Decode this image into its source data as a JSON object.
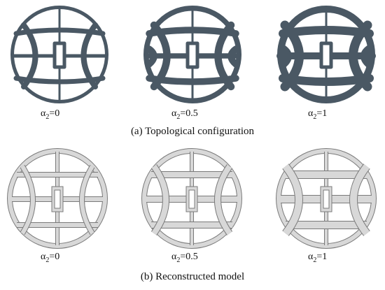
{
  "rows": [
    {
      "caption": "(a) Topological configuration",
      "style": "topology",
      "color": "#4a5864",
      "panels": [
        {
          "symbol": "α",
          "sub": "2",
          "value": "=0"
        },
        {
          "symbol": "α",
          "sub": "2",
          "value": "=0.5"
        },
        {
          "symbol": "α",
          "sub": "2",
          "value": "=1"
        }
      ]
    },
    {
      "caption": "(b) Reconstructed model",
      "style": "reconstructed",
      "fill": "#d8d8d8",
      "stroke": "#7a7a7a",
      "panels": [
        {
          "symbol": "α",
          "sub": "2",
          "value": "=0"
        },
        {
          "symbol": "α",
          "sub": "2",
          "value": "=0.5"
        },
        {
          "symbol": "α",
          "sub": "2",
          "value": "=1"
        }
      ]
    }
  ]
}
